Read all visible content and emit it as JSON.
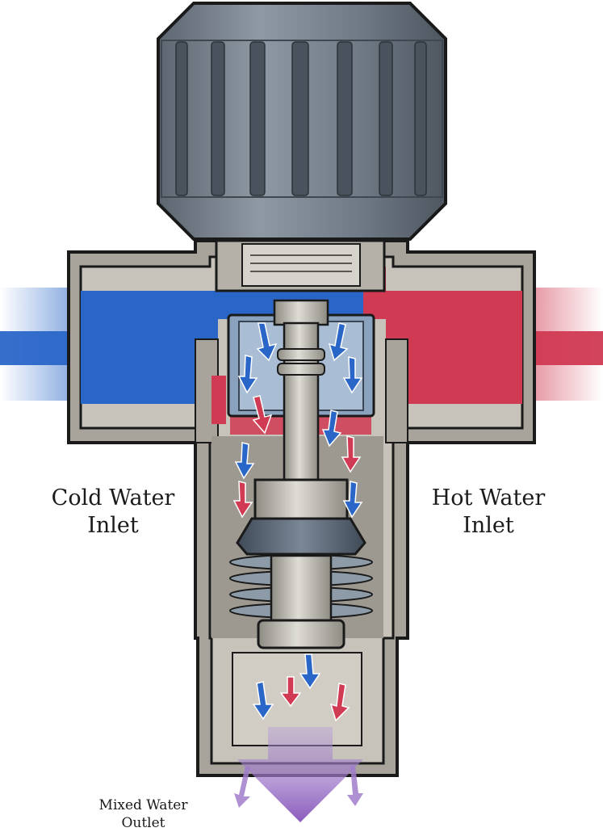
{
  "labels": {
    "cold_inlet": {
      "line1": "Cold Water",
      "line2": "Inlet"
    },
    "hot_inlet": {
      "line1": "Hot Water",
      "line2": "Inlet"
    },
    "mixed_outlet": {
      "line1": "Mixed Water",
      "line2": "Outlet"
    }
  },
  "colors": {
    "cold": "#2a66c8",
    "hot": "#d03a52",
    "mixed": "#9a6cc4",
    "body": "#a8a49c",
    "outline": "#1a1a1a",
    "knob": "#6f7a86",
    "stem": "#c9c7bf"
  },
  "icons": {
    "cold_arrow": "arrow-right-icon",
    "hot_arrow": "arrow-left-icon",
    "mixed_arrow": "arrow-down-icon"
  }
}
